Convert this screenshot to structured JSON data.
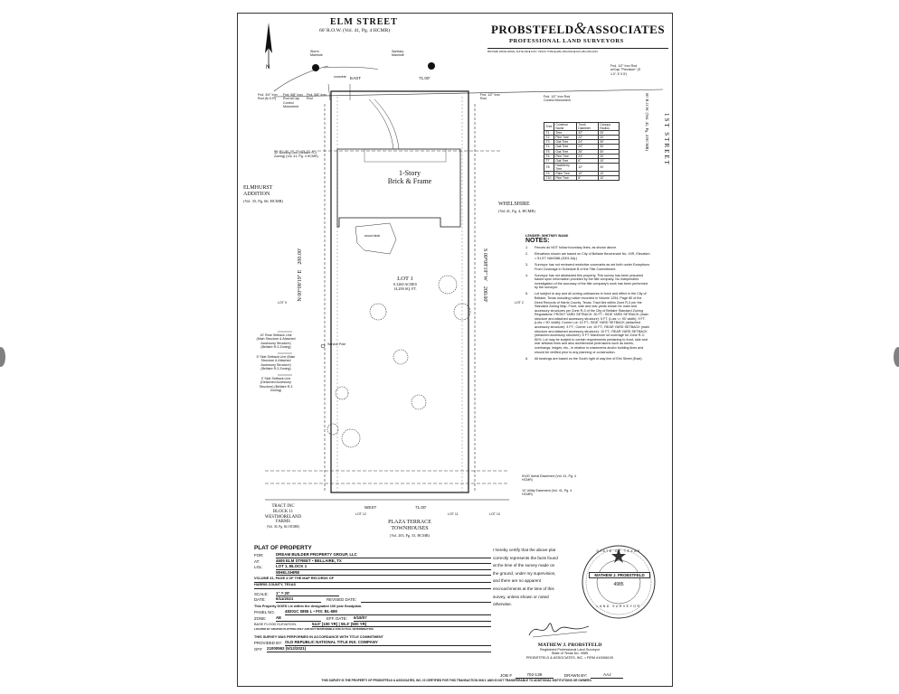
{
  "header": {
    "street_name": "ELM STREET",
    "street_row": "60' R.O.W. (Vol. 41, Pg. 4 HCMR)",
    "firm_name_1": "PROBSTFELD",
    "firm_amp": "&",
    "firm_name_2": "ASSOCIATES",
    "firm_subtitle": "PROFESSIONAL LAND SURVEYORS",
    "firm_address": "850 PARK DRIVE DRIVE, SUITE 200  ■  KATY, TEXAS 77450  ■  (281) 829-0034  ■  FAX (281) 829-0233"
  },
  "map": {
    "north_label": "N",
    "east_label": "EAST",
    "east_dist": "71.00'",
    "west_label": "WEST",
    "west_dist": "71.00'",
    "north_bearing": "N 00°08'19\" E",
    "north_len": "200.00'",
    "south_bearing": "S 00°08'19\" W",
    "south_len": "200.00'",
    "house_1": "1-Story",
    "house_2": "Brick & Frame",
    "lot_1": "LOT 1",
    "acres": "0.3260 ACRES",
    "sqft": "14,200 SQ. FT.",
    "lot9": "LOT 9",
    "lot2": "LOT 2",
    "lot12": "LOT 12",
    "lot11": "LOT 11",
    "lot10": "LOT 10",
    "elmhurst_1": "ELMHURST",
    "elmhurst_2": "ADDITION",
    "elmhurst_3": "(Vol. 35, Pg. 66, HCMR)",
    "whelshire_1": "WHELSHIRE",
    "whelshire_2": "(Vol.41, Pg. 4, HCMR)",
    "first_street_1": "1ST STREET",
    "first_street_2": "60' R.O.W. (Vol. 41, Pg. 4 HCMR)",
    "plaza_1": "PLAZA TERRACE",
    "plaza_2": "TOWNHOUSES",
    "plaza_3": "(Vol. 203, Pg. 33, HCMR)",
    "tract_1": "TRACT INC",
    "tract_2": "BLOCK 11",
    "tract_3": "WESTMORELAND",
    "tract_4": "FARMS",
    "tract_5": "(Vol. 30, Pg. 60, HCMR)",
    "building_line": "30' Building Line (Bellaire R-3 Zoning) (Vol. 41, Pg. 4 HCMR)",
    "rear_setback": "10' Rear Setback Line (Main Structure & Attached Accessory Structure) (Bellaire R-3 Zoning)",
    "side_setback_1": "5' Side Setback Line (Main Structure & Attached Accessory Structure) (Bellaire R-3 Zoning)",
    "side_setback_2": "3' Side Setback Line (Detached Accessory Structure) (Bellaire R-3 Zoning)",
    "aerial_easement": "5'x20' Aerial Easement (Vol. 41, Pg. 4 HCMR)",
    "utility_easement": "10' Utility Easement (Vol. 41, Pg. 4 HCMR)",
    "service_pole": "Service Pole",
    "storm_manhole": "Storm Manhole",
    "sanitary_manhole": "Sanitary Manhole",
    "iron_rod_1": "Fnd. 3/4\" Iron Rod (N.G.R)",
    "iron_rod_2": "Fnd. 5/8\" Iron Rod w/Cap Control Monument",
    "iron_rod_3": "Fnd. 5/8\" Iron Rod",
    "iron_rod_4": "Fnd. 1/2\" Iron Rod",
    "iron_rod_5": "Fnd. 1/2\" Iron Rod w/Cap \"Precision\" (S 1.0', E 0.5')",
    "iron_rod_6": "Fnd. 1/2\" Iron Rod Control Monument",
    "wood_deck": "wood deck",
    "concrete": "concrete"
  },
  "tree_table": {
    "headers": [
      "Tree",
      "Common Name",
      "Trunk Diameter",
      "Canopy Radius"
    ],
    "rows": [
      [
        "T1",
        "Tree",
        "22\"",
        "20'"
      ],
      [
        "T2",
        "Pine Tree",
        "22\"",
        "20'"
      ],
      [
        "T3",
        "Oak Tree",
        "24\"",
        "30'"
      ],
      [
        "T4",
        "Oak Tree",
        "24\"",
        "30'"
      ],
      [
        "T5",
        "Oak Tree",
        "26\"",
        "30'"
      ],
      [
        "T6",
        "Pine Tree",
        "24\"",
        "20'"
      ],
      [
        "T7",
        "Oak Tree",
        "6\"",
        "10'"
      ],
      [
        "T8",
        "Hackberry Tree",
        "12\"",
        "20'"
      ],
      [
        "T9",
        "Palm Tree",
        "10\"",
        "10'"
      ],
      [
        "T10",
        "Pine Tree",
        "8\"",
        "10'"
      ]
    ]
  },
  "notes": {
    "lender": "LENDER: WHITNEY BANK",
    "title": "NOTES:",
    "items": [
      {
        "n": "1.",
        "text": "Fences do NOT follow boundary lines, as shown above."
      },
      {
        "n": "2.",
        "text": "Elevations shown are based on City of Bellaire Benchmark No. 19R, Elevation = 51.57' NAVD88 (2001 Adj.)"
      },
      {
        "n": "3.",
        "text": "Surveyor has not reviewed restrictive covenants as set forth under Exceptions From Coverage in Schedule B of the Title Commitment."
      },
      {
        "n": "4.",
        "text": "Surveyor has not abstracted this property. This survey has been prepared based upon information provided by the title company. No independent investigation of the accuracy of the title company's work has been performed by the surveyor."
      },
      {
        "n": "5.",
        "text": "Lot subject to any and all zoning ordinances in force and effect in the City of Bellaire, Texas including notice recorded in Volume 1254, Page 80 of the Deed Records of Harris County, Texas. Tract lies within Zone R-3 per the Standard Zoning Map. Front, side and rear yards shown for main and accessory structures per Zone R-3 of the City of Bellaire Standard Zoning Regulations: FRONT YARD SETBACK: 30 FT.; SIDE YARD SETBACK (main structure and attached accessory structure): 5 FT. (Lots <= 90' width), 9 FT. (Lots > 90' width); Corner Lot: 10 FT.; SIDE YARD SETBACK (detached accessory structure): 3 FT.; Corner Lot: 10 FT.; REAR YARD SETBACK (main structure and attached accessory structure): 10 FT.; REAR YARD SETBACK (detached accessory structure): 5 FT. Maximum lot coverage for Zone R-3: 50%. Lot may be subject to certain requirements pertaining to front, side and rear setback lines and also architectural protrusions such as eaves, overhangs, ledges, etc., in relation to easements and/or building lines and should be verified prior to any planning or construction."
      },
      {
        "n": "6.",
        "text": "All bearings are based on the South right of way line of Elm Street (East)."
      }
    ]
  },
  "plat": {
    "title": "PLAT OF PROPERTY",
    "for_label": "FOR:",
    "for_value": "DREAM BUILDER PROPERTY GROUP, LLC",
    "at_label": "AT:",
    "at_value": "4605 ELM STREET • BELLAIRE, TX",
    "lgl_label": "LGL:",
    "lgl_value": "LOT 1, BLOCK 1",
    "subdivision": "WHELSHIRE",
    "volume_line_1": "VOLUME 41, PAGE 4 OF THE MAP RECORDS OF",
    "volume_line_2": "HARRIS COUNTY, TEXAS",
    "scale_label": "SCALE:",
    "scale_value": "1\" = 20'",
    "date_label": "DATE:",
    "date_value": "6/11/2021",
    "revised_label": "REVISED DATE:",
    "revised_value": "",
    "floodplain": "This Property DOES Lie within the designated 100 year floodplain.",
    "panel_label": "PANEL NO.",
    "panel_value": "48201C  0855  L  •  FIS: BL-BM",
    "zone_label": "ZONE:",
    "zone_value": "AE",
    "eff_label": "EFF. DATE:",
    "eff_value": "6/18/07",
    "bfe_label": "BASE FLOOD ELEVATION",
    "bfe_value": "54.0' (100 YR) | 55.3' (500 YR)",
    "graphic_note": "LOCATED BY GRAPHIC PLOTTING ONLY AND NOT RESPONSIBLE FOR ACTUAL DETERMINATION",
    "commitment_note": "THIS SURVEY WAS PERFORMED IN ACCORDANCE WITH TITLE COMMITMENT",
    "provided_label": "PROVIDED BY:",
    "provided_value": "OLD REPUBLIC NATIONAL TITLE INS. COMPANY",
    "gf_label": "GF#",
    "gf_value": "21000592  (5/12/2021)",
    "job_label": "JOB #",
    "job_value": "702-138",
    "drawn_label": "DRAWN BY:",
    "drawn_value": "AAJ",
    "footer": "THIS SURVEY IS THE PROPERTY OF PROBSTFELD & ASSOCIATES, INC. IS CERTIFIED FOR THIS TRANSACTION ONLY, AND IS NOT TRANSFERABLE TO ADDITIONAL INSTITUTIONS OR OWNERS."
  },
  "certification": {
    "text": "I hereby certify that the above plat correctly represents the facts found at the time of the survey made on the ground, under my supervision, and there are no apparent encroachments at the time of this survey, unless shown or noted otherwise.",
    "seal_state": "STATE OF TEXAS",
    "seal_name": "MATHEW J. PROBSTFELD",
    "seal_number": "4985",
    "seal_bottom": "LAND SURVEYOR",
    "surveyor_name": "MATHEW J. PROBSTFELD",
    "surveyor_title": "Registered Professional Land Surveyor",
    "surveyor_state": "State of Texas No. 4985",
    "surveyor_firm": "PROBSTFELD & ASSOCIATES, INC. • FIRM #10086100"
  }
}
